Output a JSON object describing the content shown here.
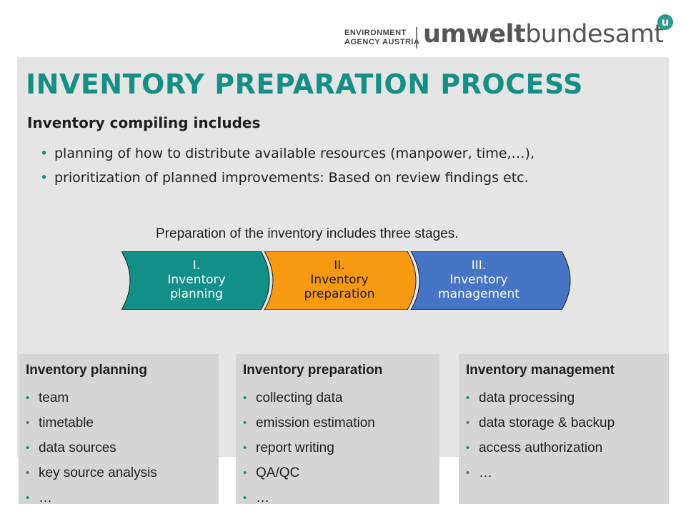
{
  "logo": {
    "line1": "ENVIRONMENT",
    "line2": "AGENCY AUSTRIA",
    "brand_bold": "umwelt",
    "brand_light": "bundesamt",
    "badge": "u"
  },
  "title": "INVENTORY PREPARATION PROCESS",
  "subtitle": "Inventory compiling includes",
  "bullets": [
    "planning of how to distribute available resources (manpower, time,…),",
    "prioritization of planned improvements: Based on review findings etc."
  ],
  "stages_caption": "Preparation of the inventory includes three stages.",
  "stages": [
    {
      "num": "I.",
      "line1": "Inventory",
      "line2": "planning",
      "color": "#128f87"
    },
    {
      "num": "II.",
      "line1": "Inventory",
      "line2": "preparation",
      "color": "#f79a12"
    },
    {
      "num": "III.",
      "line1": "Inventory",
      "line2": "management",
      "color": "#4575c4"
    }
  ],
  "boxes": [
    {
      "title": "Inventory planning",
      "items": [
        "team",
        "timetable",
        "data sources",
        "key source analysis",
        "…"
      ]
    },
    {
      "title": "Inventory preparation",
      "items": [
        "collecting data",
        "emission estimation",
        "report writing",
        "QA/QC",
        "…"
      ]
    },
    {
      "title": "Inventory management",
      "items": [
        "data processing",
        "data storage & backup",
        "access authorization",
        "…"
      ]
    }
  ],
  "colors": {
    "accent": "#158f86",
    "panel": "#e5e5e5",
    "box": "#d5d5d5"
  }
}
